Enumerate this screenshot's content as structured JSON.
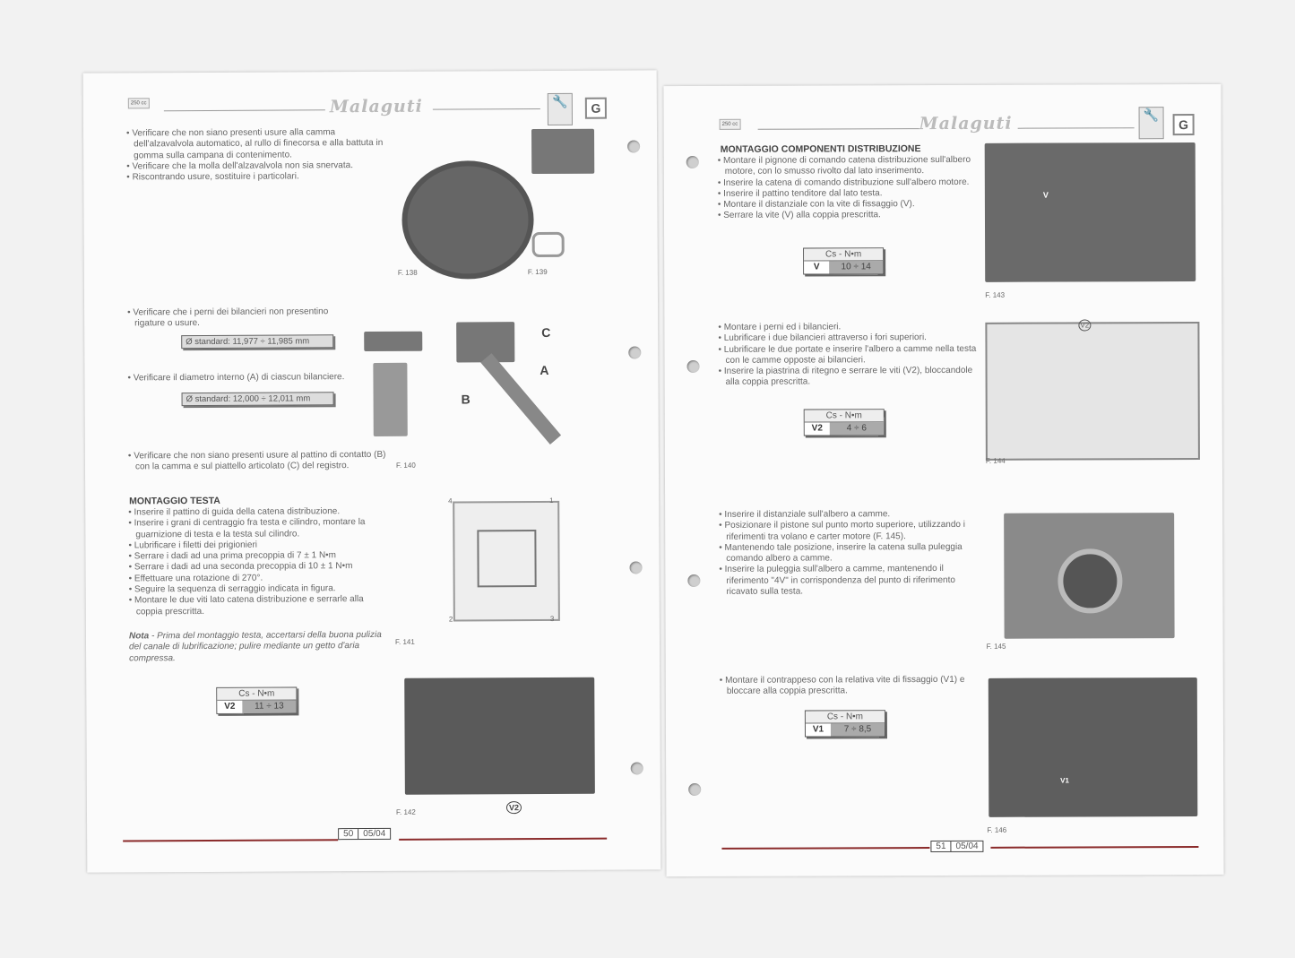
{
  "left_page": {
    "badge": "250 cc",
    "brand": "Malaguti",
    "section": "G",
    "block1": [
      "Verificare che non siano presenti usure alla camma dell'alzavalvola automatico, al rullo di finecorsa e alla battuta in gomma sulla campana di contenimento.",
      "Verificare che la molla dell'alzavalvola non sia snervata.",
      "Riscontrando usure, sostituire i particolari."
    ],
    "fig138": "F. 138",
    "fig139": "F. 139",
    "block2": [
      "Verificare che i perni dei bilancieri non presentino rigature o usure."
    ],
    "std1": "Ø standard: 11,977 ÷ 11,985 mm",
    "block3": [
      "Verificare il diametro interno (A) di ciascun bilanciere."
    ],
    "std2": "Ø standard: 12,000 ÷ 12,011 mm",
    "block4": [
      "Verificare che non siano presenti usure al pattino di contatto (B) con la camma e sul piattello articolato (C) del registro."
    ],
    "fig140": "F. 140",
    "labels140": [
      "C",
      "A",
      "B"
    ],
    "heading": "MONTAGGIO TESTA",
    "block5": [
      "Inserire il pattino di guida della catena distribuzione.",
      "Inserire i grani di centraggio fra testa e cilindro, montare la guarnizione di testa e la testa sul cilindro.",
      "Lubrificare i filetti dei prigionieri",
      "Serrare i dadi ad una prima precoppia di 7 ± 1 N•m",
      "Serrare i dadi ad una seconda precoppia di 10 ± 1 N•m",
      "Effettuare una rotazione di 270°.",
      "Seguire la sequenza di serraggio indicata in figura.",
      "Montare le due viti lato catena distribuzione e serrarle alla coppia prescritta."
    ],
    "note_label": "Nota",
    "note": " - Prima del montaggio testa, accertarsi della buona pulizia del canale di lubrificazione; pulire mediante un getto d'aria compressa.",
    "fig141": "F. 141",
    "seq": [
      "4",
      "1",
      "2",
      "3"
    ],
    "torque": {
      "title": "Cs - N•m",
      "key": "V2",
      "value": "11 ÷ 13"
    },
    "fig142": "F. 142",
    "label142": "V2",
    "page_no": "50",
    "date": "05/04"
  },
  "right_page": {
    "badge": "250 cc",
    "brand": "Malaguti",
    "section": "G",
    "heading": "MONTAGGIO COMPONENTI DISTRIBUZIONE",
    "block1": [
      "Montare il pignone di comando catena distribuzione sull'albero motore, con lo smusso rivolto dal lato inserimento.",
      "Inserire la catena di comando distribuzione sull'albero motore.",
      "Inserire il pattino tenditore dal lato testa.",
      "Montare il distanziale con la vite di fissaggio (V).",
      "Serrare la vite (V) alla coppia prescritta."
    ],
    "torque1": {
      "title": "Cs - N•m",
      "key": "V",
      "value": "10 ÷ 14"
    },
    "fig143": "F. 143",
    "label143": "V",
    "block2": [
      "Montare i perni ed i bilancieri.",
      "Lubrificare i due bilancieri attraverso i fori superiori.",
      "Lubrificare le due portate e inserire l'albero a camme nella testa con le camme opposte ai bilancieri.",
      "Inserire la piastrina di ritegno e serrare le viti (V2), bloccandole alla coppia prescritta."
    ],
    "torque2": {
      "title": "Cs - N•m",
      "key": "V2",
      "value": "4 ÷ 6"
    },
    "fig144": "F. 144",
    "label144": "V2",
    "block3": [
      "Inserire il distanziale sull'albero a camme.",
      "Posizionare il pistone sul punto morto superiore, utilizzando i riferimenti tra volano e carter motore (F. 145).",
      "Mantenendo tale posizione, inserire la catena sulla puleggia comando albero a camme.",
      "Inserire la puleggia sull'albero a camme, mantenendo il riferimento \"4V\" in corrispondenza del punto di riferimento ricavato sulla testa."
    ],
    "fig145": "F. 145",
    "block4": [
      "Montare il contrappeso con la relativa vite di fissaggio (V1) e bloccare alla coppia prescritta."
    ],
    "torque3": {
      "title": "Cs - N•m",
      "key": "V1",
      "value": "7 ÷ 8,5"
    },
    "fig146": "F. 146",
    "label146": "V1",
    "page_no": "51",
    "date": "05/04"
  }
}
